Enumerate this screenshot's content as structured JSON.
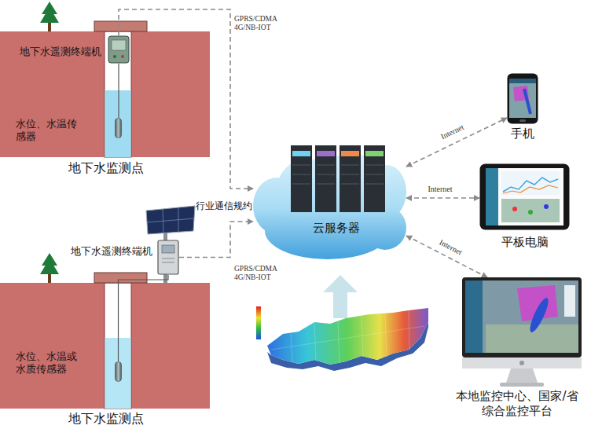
{
  "diagram": {
    "nodes": [
      {
        "text": [
          "地下水监测点"
        ]
      },
      {
        "text": [
          "地下水遥测终端机"
        ],
        "in": 0
      },
      {
        "text": [
          "水位、水温传 感器"
        ],
        "in": 0
      },
      {
        "text": [
          "地下水遥测终端机"
        ]
      },
      {
        "text": [
          "地下水监测点"
        ]
      },
      {
        "text": [
          "水位、水温或 水质传感器"
        ],
        "in": 4
      },
      {
        "text": [
          "云服务器"
        ]
      },
      {
        "text": [
          "手机"
        ]
      },
      {
        "text": [
          "平板电脑"
        ]
      },
      {
        "text": [
          "本地监控中心、国家/省 综合监控平台"
        ]
      }
    ],
    "edges": [
      {
        "from": 1,
        "to": 6,
        "label": "GPRS/CDMA 4G/NB-IOT",
        "arrow": "to"
      },
      {
        "from": 3,
        "to": 6,
        "label": "GPRS/CDMA 4G/NB-IOT",
        "arrow": "to"
      },
      {
        "from": 6,
        "to": 7,
        "label": "Internet",
        "arrow": "both"
      },
      {
        "from": 6,
        "to": 8,
        "label": "Internet",
        "arrow": "both"
      },
      {
        "from": 6,
        "to": 9,
        "label": "Internet",
        "arrow": "both"
      },
      {
        "from": 1,
        "to": 2,
        "arrow": "none"
      },
      {
        "from": 3,
        "to": 5,
        "arrow": "none"
      }
    ],
    "labels": [
      "行业通信规约"
    ]
  }
}
